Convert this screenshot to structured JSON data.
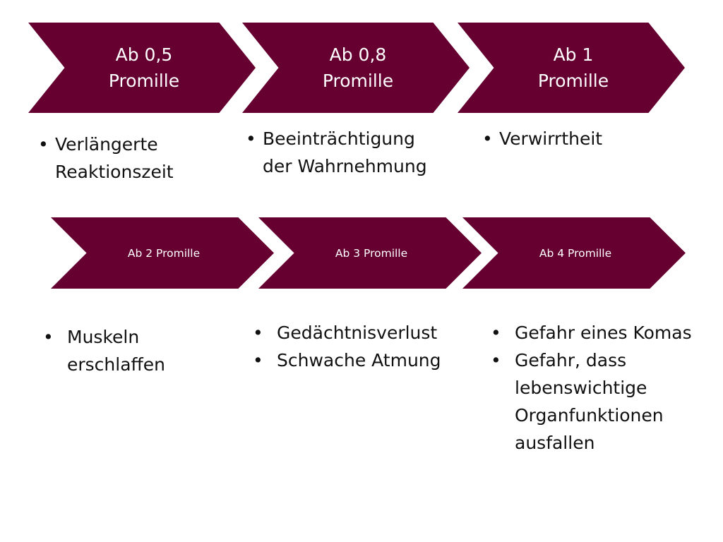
{
  "stages": [
    {
      "label_line1": "Ab 0,5",
      "label_line2": "Promille",
      "effects": [
        "Verlängerte Reaktionszeit"
      ]
    },
    {
      "label_line1": "Ab 0,8",
      "label_line2": "Promille",
      "effects": [
        "Beeinträchtigung der Wahrnehmung"
      ]
    },
    {
      "label_line1": "Ab 1",
      "label_line2": "Promille",
      "effects": [
        "Verwirrtheit"
      ]
    },
    {
      "label_line1": "Ab 2 Promille",
      "effects": [
        "Muskeln erschlaffen"
      ]
    },
    {
      "label_line1": "Ab 3 Promille",
      "effects": [
        "Gedächtnisverlust",
        "Schwache Atmung"
      ]
    },
    {
      "label_line1": "Ab 4 Promille",
      "effects": [
        "Gefahr eines Komas",
        "Gefahr, dass lebenswichtige Organfunktionen ausfallen"
      ]
    }
  ],
  "colors": {
    "chevron_fill": "#650031",
    "chevron_text": "#ffffff",
    "body_text": "#111111"
  }
}
